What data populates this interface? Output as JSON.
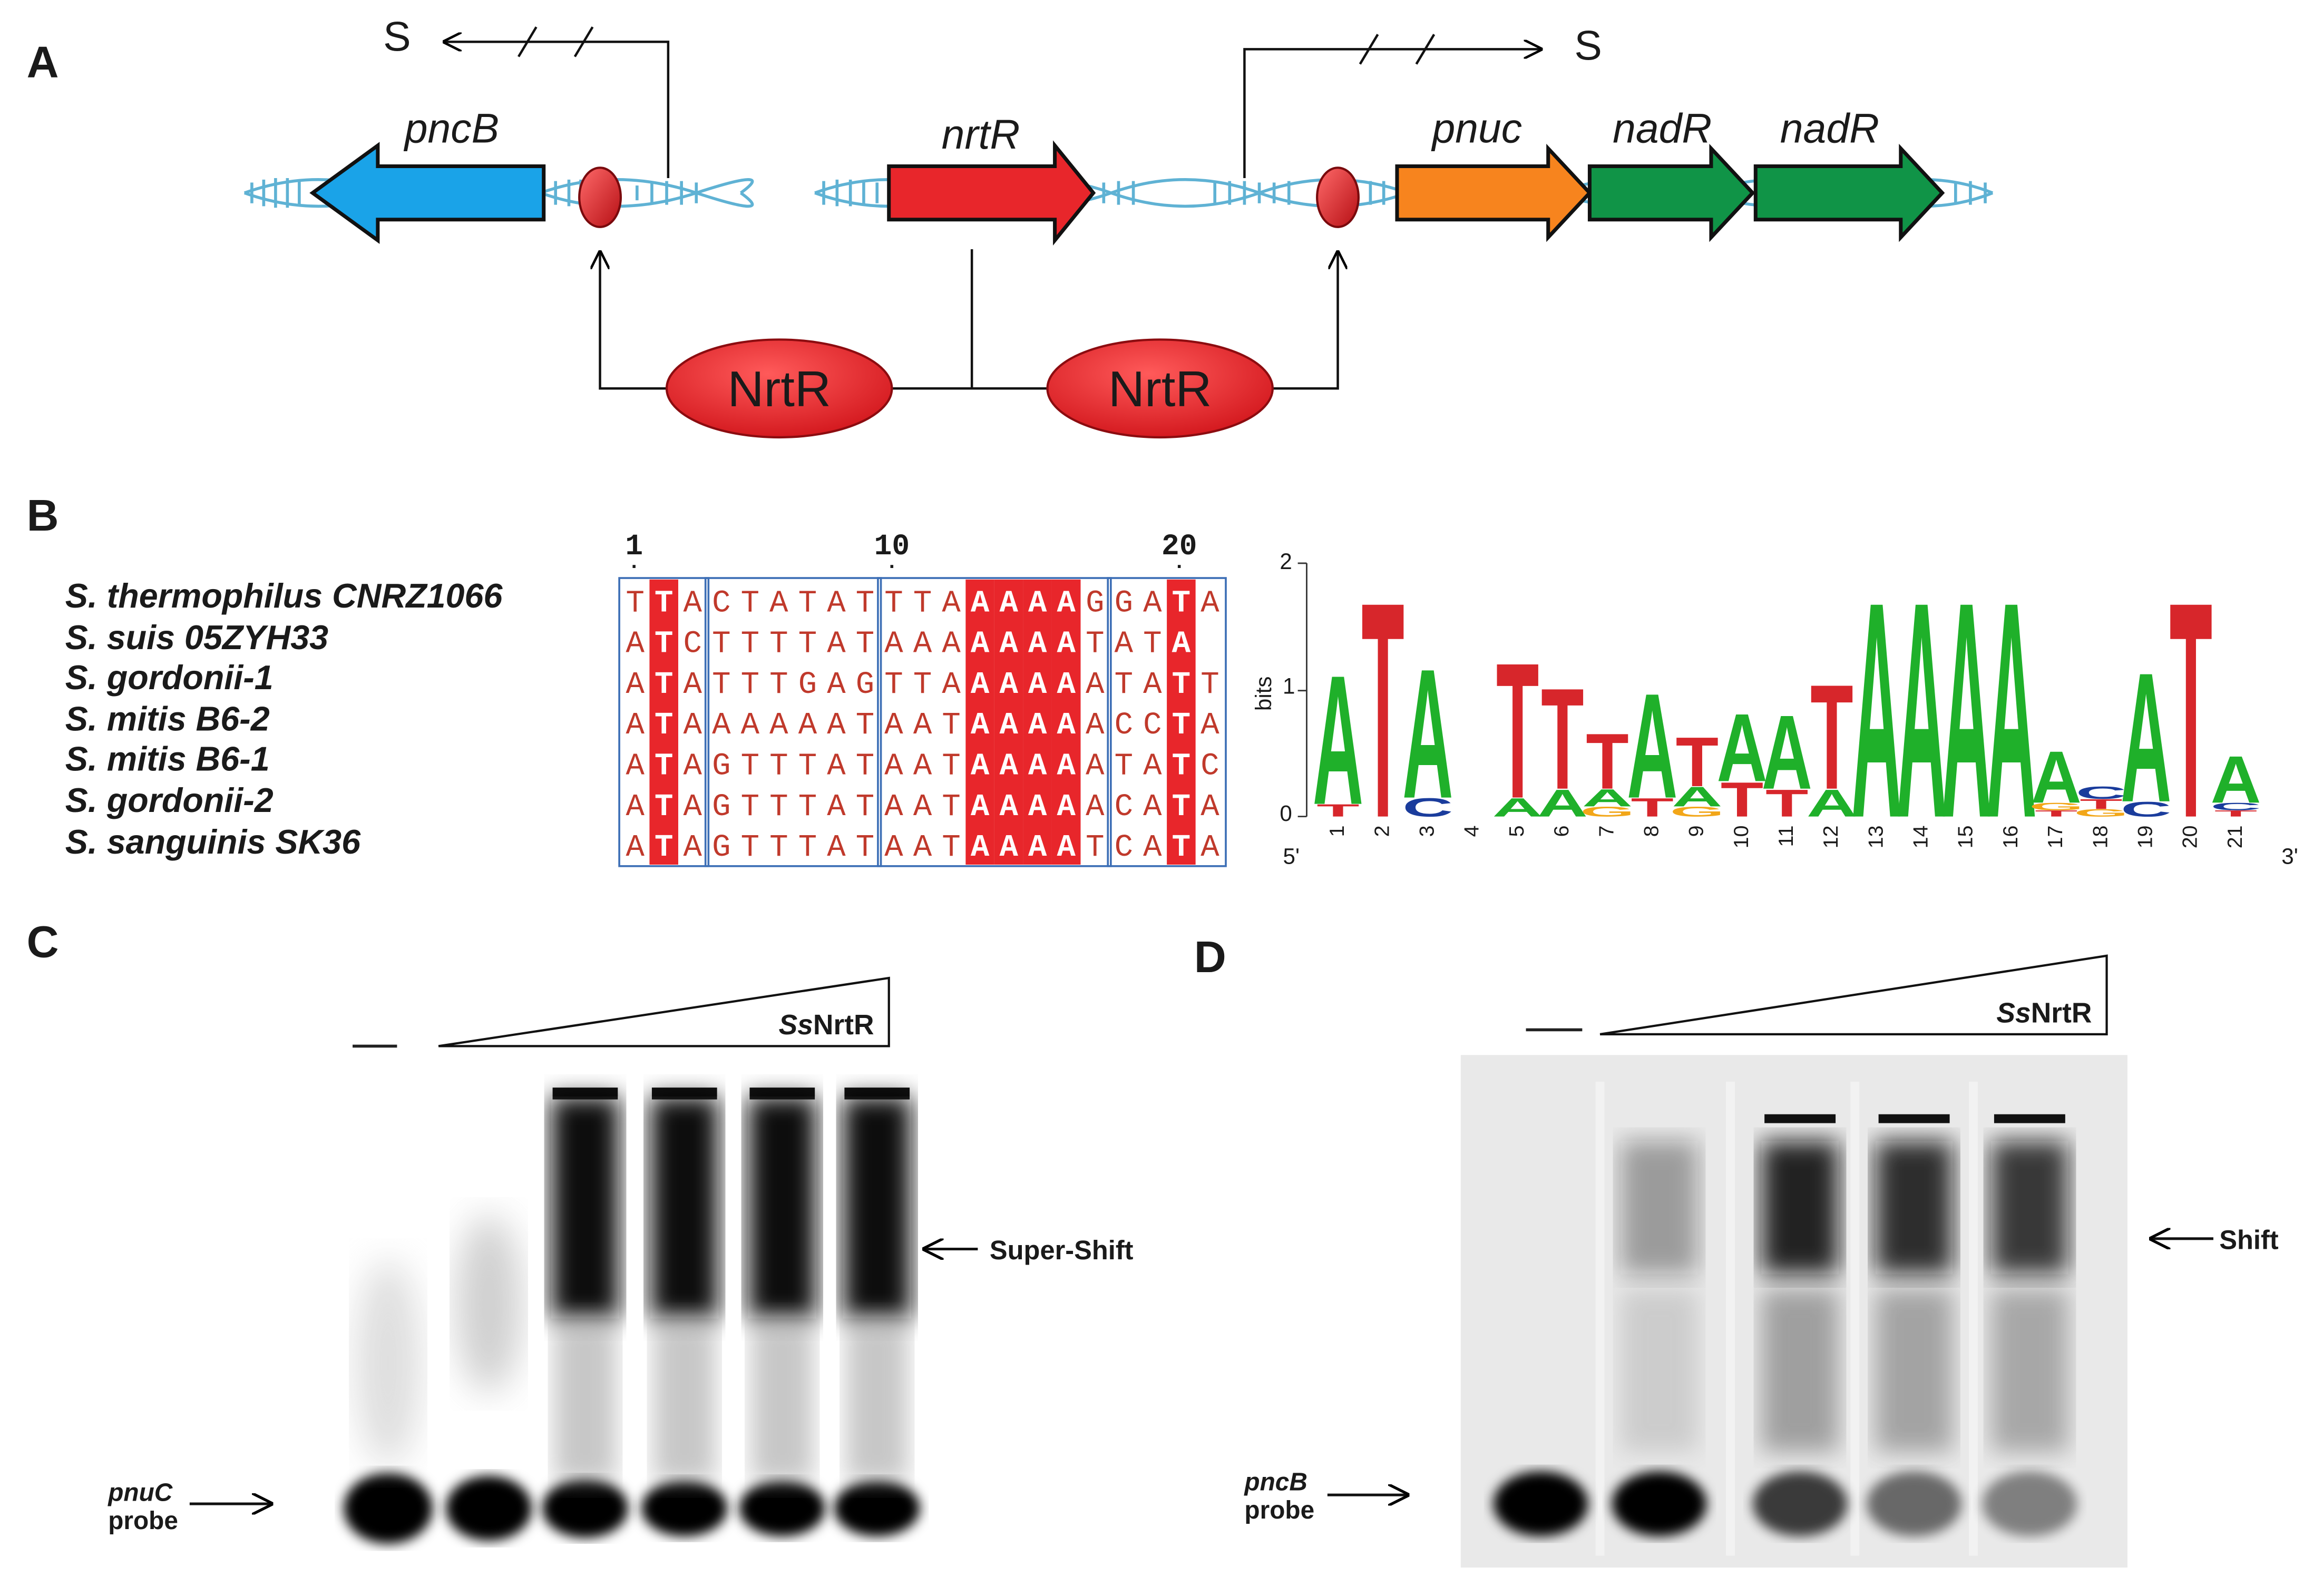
{
  "panelA": {
    "label": "A",
    "s_left": "S",
    "s_right": "S",
    "genes": [
      {
        "name": "pncB",
        "color": "#1aa3e8"
      },
      {
        "name": "nrtR",
        "color": "#e8262b"
      },
      {
        "name": "pnuc",
        "color": "#f7841e"
      },
      {
        "name": "nadR",
        "color": "#109447"
      },
      {
        "name": "nadR",
        "color": "#109447"
      }
    ],
    "regulators": [
      "NrtR",
      "NrtR"
    ]
  },
  "panelB": {
    "label": "B",
    "position_markers": [
      "1",
      "10",
      "20"
    ],
    "species": [
      "S. thermophilus CNRZ1066",
      "S. suis 05ZYH33",
      "S. gordonii-1",
      "S. mitis B6-2",
      "S. mitis B6-1",
      "S. gordonii-2",
      "S. sanguinis SK36"
    ],
    "sequences": [
      "TTACTATATTTAAAAAGGATA",
      "ATCTTTTATAAAAAAATATA",
      "ATATTTGAGTTAAAAAATATT",
      "ATAAAAAATAATAAAAACCTA",
      "ATAGTTTATAATAAAAATATC",
      "ATAGTTTATAATAAAAACATA",
      "ATAGTTTATAATAAAATCATA"
    ],
    "logo": {
      "y_axis_label": "bits",
      "y_ticks": [
        "0",
        "1",
        "2"
      ],
      "x_ticks": [
        "1",
        "2",
        "3",
        "4",
        "5",
        "6",
        "7",
        "8",
        "9",
        "10",
        "11",
        "12",
        "13",
        "14",
        "15",
        "16",
        "17",
        "18",
        "19",
        "20",
        "21"
      ],
      "five_prime": "5'",
      "three_prime": "3'",
      "colors": {
        "A": "#1fb02a",
        "T": "#d7262b",
        "C": "#1a3c9c",
        "G": "#f2a618"
      }
    }
  },
  "panelC": {
    "label": "C",
    "protein_label_italic": "Ss",
    "protein_label_rest": "NrtR",
    "control_mark": "—",
    "shift_label": "Super-Shift",
    "probe_name": "pnuC",
    "probe_word": "probe"
  },
  "panelD": {
    "label": "D",
    "protein_label_italic": "Ss",
    "protein_label_rest": "NrtR",
    "control_mark": "—",
    "shift_label": "Shift",
    "probe_name": "pncB",
    "probe_word": "probe"
  }
}
